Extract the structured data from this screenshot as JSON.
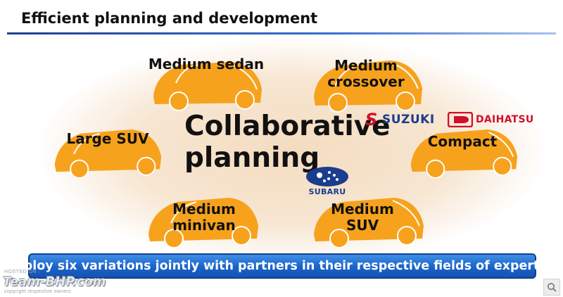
{
  "slide": {
    "title": "Efficient planning and development",
    "center_label_line1": "Collaborative",
    "center_label_line2": "planning",
    "banner": "Deploy six variations jointly with partners in their respective fields of expertise"
  },
  "vehicles": [
    {
      "id": "medium-sedan",
      "line1": "Medium sedan",
      "line2": ""
    },
    {
      "id": "medium-crossover",
      "line1": "Medium",
      "line2": "crossover"
    },
    {
      "id": "large-suv",
      "line1": "Large SUV",
      "line2": ""
    },
    {
      "id": "compact",
      "line1": "Compact",
      "line2": ""
    },
    {
      "id": "medium-minivan",
      "line1": "Medium",
      "line2": "minivan"
    },
    {
      "id": "medium-suv",
      "line1": "Medium",
      "line2": "SUV"
    }
  ],
  "partners": {
    "suzuki": "SUZUKI",
    "daihatsu": "DAIHATSU",
    "subaru": "SUBARU"
  },
  "watermark": {
    "hosted_on": "HOSTED ON :",
    "site": "Team-BHP.com",
    "copyright": "copyright respective owners"
  },
  "colors": {
    "car_fill": "#f7a21d",
    "car_outline": "#ffffff",
    "title_rule": "#1d3f8f",
    "banner": "#1a63c9",
    "suzuki_red": "#d0102a",
    "partner_blue": "#1b3d8e"
  },
  "icons": {
    "zoom": "magnifier-icon"
  }
}
